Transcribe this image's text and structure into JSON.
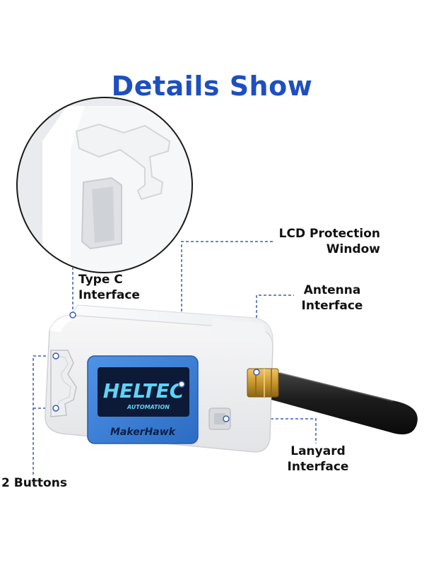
{
  "title": "Details Show",
  "colors": {
    "title": "#1d4fbf",
    "callout_line": "#3a5fb0",
    "screen_blue": "#3b7fd6",
    "screen_dark": "#0c1a38",
    "logo_cyan": "#5fd3f5",
    "antenna_gold": "#c8962c",
    "antenna_black": "#1c1c1c"
  },
  "labels": {
    "type_c": [
      "Type C",
      "Interface"
    ],
    "lcd": [
      "LCD Protection",
      "Window"
    ],
    "antenna": [
      "Antenna",
      "Interface"
    ],
    "lanyard": [
      "Lanyard",
      "Interface"
    ],
    "buttons": "2 Buttons"
  },
  "device": {
    "screen_logo": "HELTEC",
    "screen_logo_sub": "AUTOMATION",
    "brand": "MakerHawk"
  },
  "icons": [
    "magnifier-circle",
    "device-body",
    "lcd-screen",
    "sma-connector",
    "antenna-rod",
    "button-cutout"
  ]
}
